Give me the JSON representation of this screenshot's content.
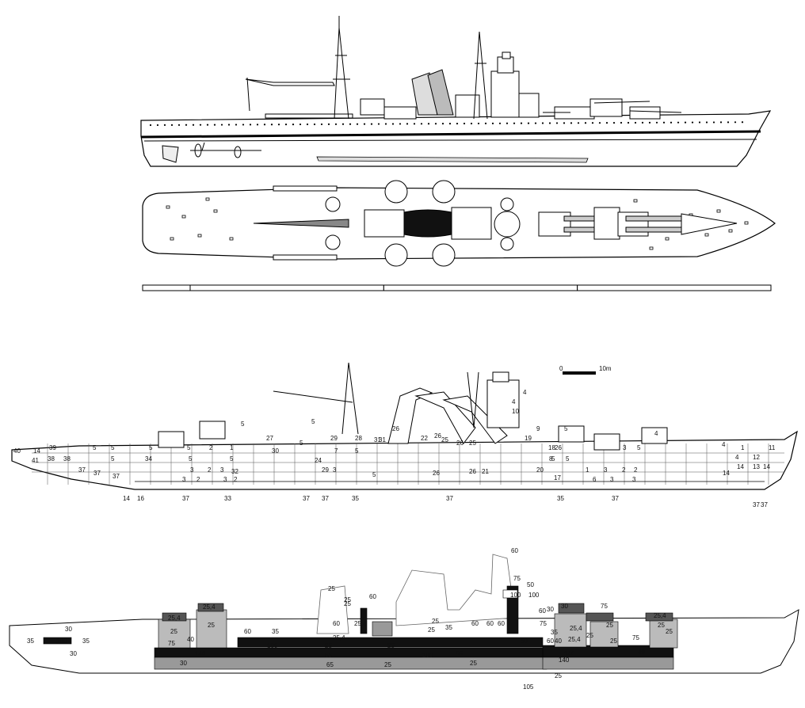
{
  "profile_panel": {},
  "plan_panel": {},
  "scale_bar": {
    "segments": 4
  },
  "inboard_panel": {
    "compartment_labels": [
      "40",
      "14",
      "39",
      "41",
      "38",
      "38",
      "37",
      "37",
      "37",
      "5",
      "5",
      "5",
      "5",
      "34",
      "5",
      "5",
      "3",
      "3",
      "2",
      "2",
      "3",
      "3",
      "2",
      "2",
      "1",
      "5",
      "32",
      "5",
      "27",
      "30",
      "5",
      "29",
      "28",
      "31",
      "26",
      "7",
      "5",
      "24",
      "29",
      "3",
      "5",
      "5",
      "31",
      "22",
      "26",
      "25",
      "26",
      "25",
      "26",
      "26",
      "21",
      "20",
      "19",
      "18",
      "4",
      "4",
      "10",
      "9",
      "8",
      "26",
      "5",
      "5",
      "5",
      "17",
      "1",
      "6",
      "3",
      "3",
      "2",
      "3",
      "2",
      "3",
      "5",
      "4",
      "4",
      "1",
      "11",
      "4",
      "12",
      "14",
      "13",
      "14",
      "14",
      "14",
      "16",
      "37",
      "33",
      "37",
      "37",
      "35",
      "37",
      "35",
      "37",
      "37",
      "37"
    ],
    "scale_text": [
      "0",
      "10m"
    ]
  },
  "armor_panel": {
    "thickness_labels": [
      "30",
      "35",
      "100",
      "35",
      "30",
      "25,4",
      "25,4",
      "25",
      "25",
      "75",
      "40",
      "140",
      "30",
      "60",
      "35",
      "25",
      "25",
      "60",
      "25",
      "60",
      "25,4",
      "25,4",
      "100",
      "25",
      "65",
      "25",
      "100",
      "65",
      "25",
      "25",
      "60",
      "60",
      "60",
      "35",
      "60",
      "60",
      "25",
      "65",
      "60",
      "25",
      "100",
      "75",
      "50",
      "100",
      "30",
      "75",
      "60",
      "35",
      "40",
      "140",
      "30",
      "25,4",
      "25",
      "75",
      "25",
      "25,4",
      "25",
      "75",
      "40",
      "140",
      "25",
      "25,4",
      "25",
      "25",
      "105"
    ]
  }
}
